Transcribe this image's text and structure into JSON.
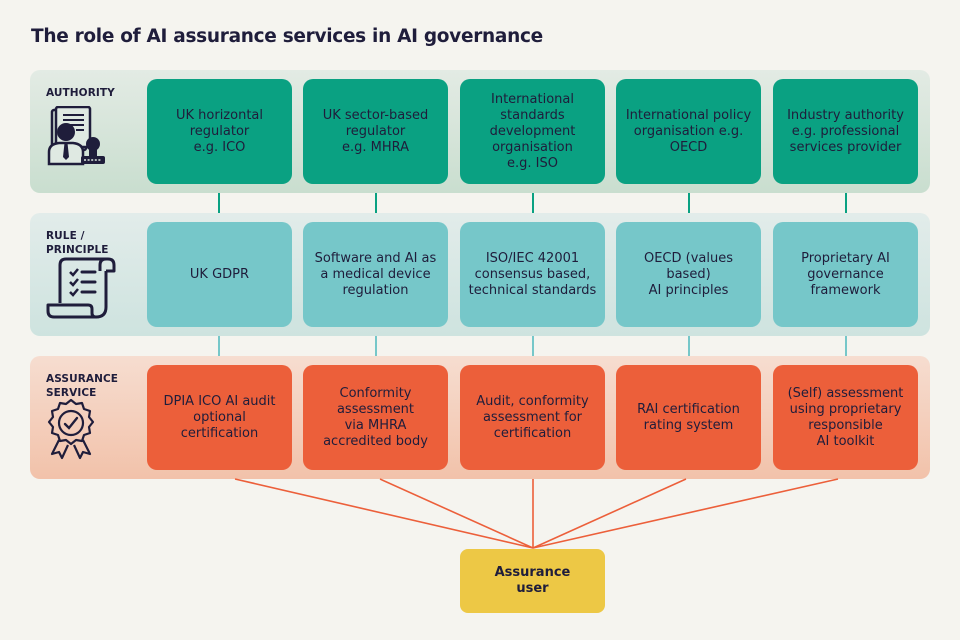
{
  "title": "The role of AI assurance services in AI governance",
  "colors": {
    "authority": "#0aa182",
    "rule": "#76c7c9",
    "assurance": "#ec5f3a",
    "user": "#edc845",
    "text": "#1f1d3b"
  },
  "rows": {
    "authority": {
      "label": "AUTHORITY",
      "icon": "authority-person-stamp-icon",
      "items": [
        "UK horizontal\nregulator\ne.g. ICO",
        "UK sector-based\nregulator\ne.g. MHRA",
        "International\nstandards\ndevelopment\norganisation\ne.g. ISO",
        "International policy\norganisation e.g.\nOECD",
        "Industry authority\ne.g. professional\nservices provider"
      ]
    },
    "rule": {
      "label": "RULE /\nPRINCIPLE",
      "icon": "checklist-scroll-icon",
      "items": [
        "UK GDPR",
        "Software and AI as\na medical device\nregulation",
        "ISO/IEC 42001\nconsensus based,\ntechnical standards",
        "OECD (values based)\nAI principles",
        "Proprietary AI\ngovernance\nframework"
      ]
    },
    "assurance": {
      "label": "ASSURANCE\nSERVICE",
      "icon": "certificate-badge-icon",
      "items": [
        "DPIA ICO AI audit\noptional\ncertification",
        "Conformity\nassessment\nvia MHRA\naccredited body",
        "Audit, conformity\nassessment for\ncertification",
        "RAI certification\nrating system",
        "(Self) assessment\nusing proprietary\nresponsible\nAI toolkit"
      ]
    }
  },
  "user": {
    "label": "Assurance\nuser"
  }
}
